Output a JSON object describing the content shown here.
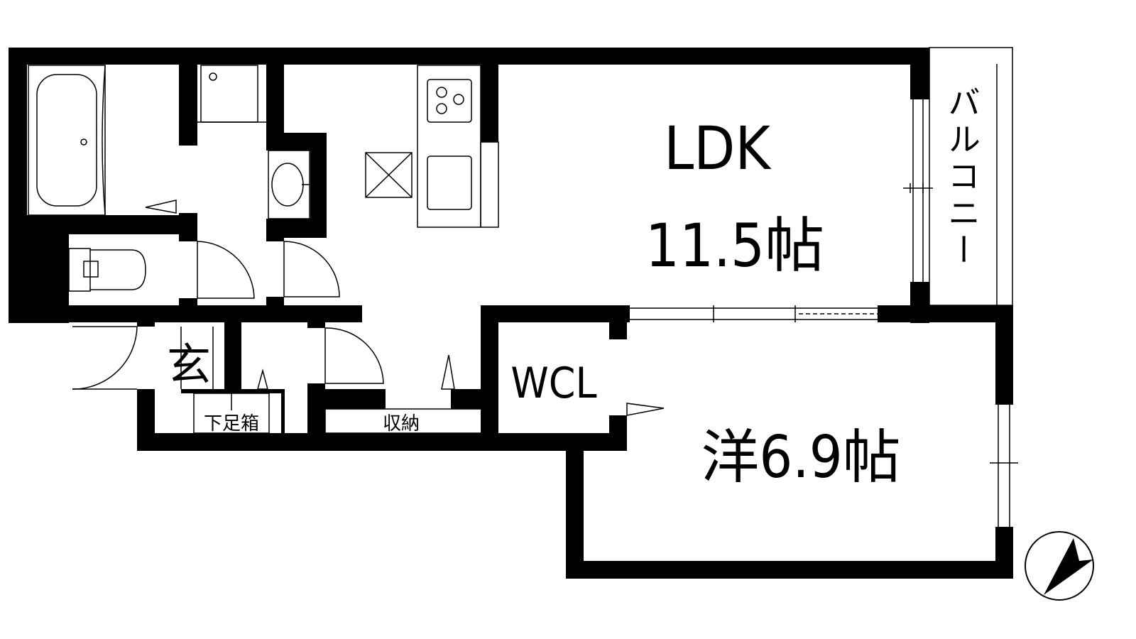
{
  "rooms": {
    "ldk": {
      "name": "LDK",
      "size": "11.5帖"
    },
    "western": {
      "label": "洋6.9帖"
    },
    "wcl": {
      "label": "WCL"
    },
    "entrance": {
      "label": "玄"
    },
    "balcony": {
      "label": "バルコニー"
    }
  },
  "storage": {
    "shoe_box": "下足箱",
    "closet": "収納"
  },
  "colors": {
    "wall": "#000000",
    "background": "#ffffff"
  }
}
